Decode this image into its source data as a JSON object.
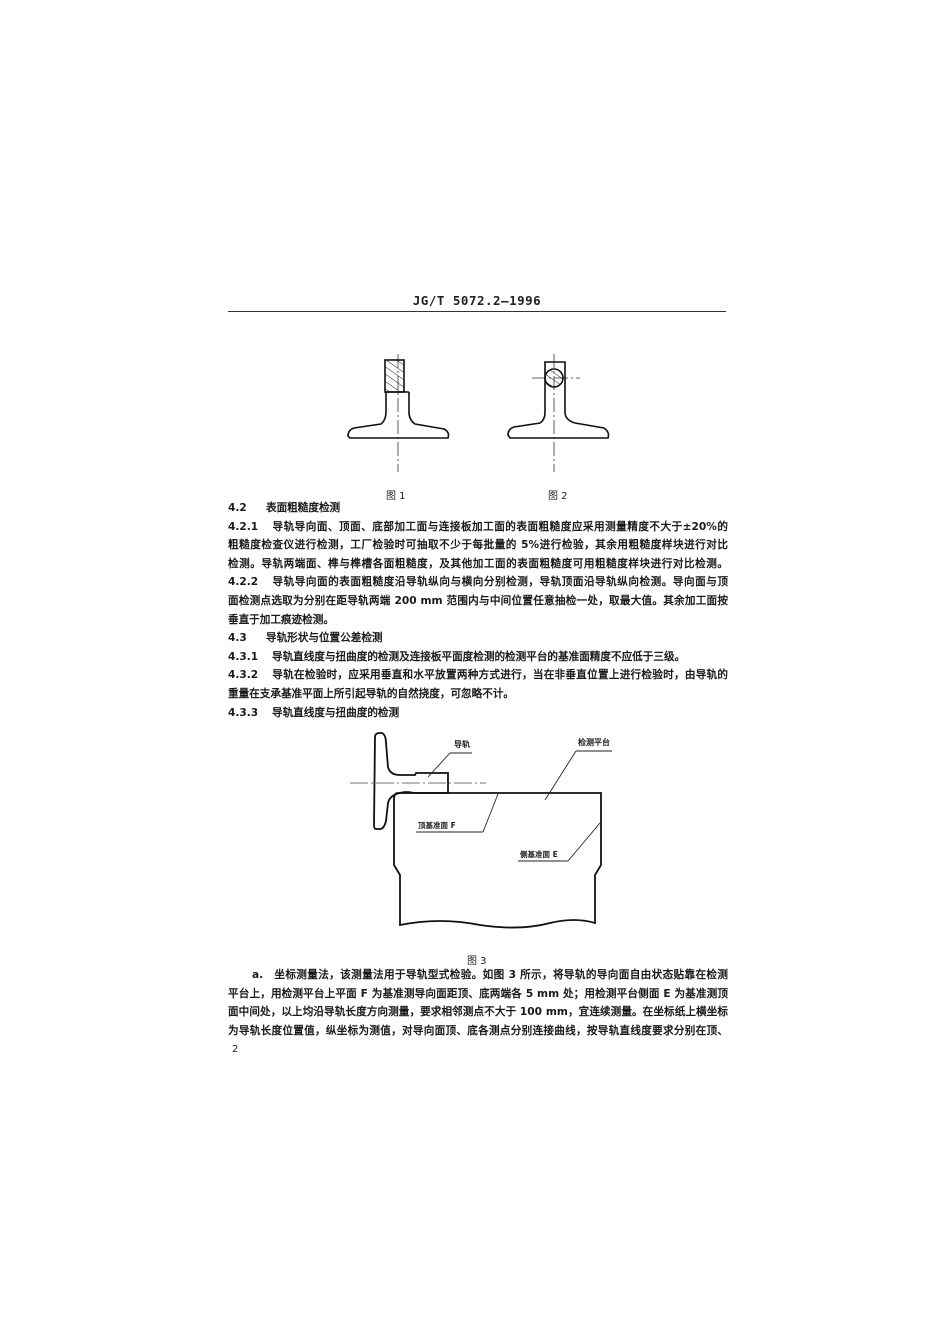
{
  "header": {
    "standard_code": "JG/T 5072.2—1996"
  },
  "figures": {
    "fig1": {
      "caption": "图 1"
    },
    "fig2": {
      "caption": "图 2"
    },
    "fig3": {
      "caption": "图 3",
      "labels": {
        "rail": "导轨",
        "platform": "检测平台",
        "top_datum": "顶基准面 F",
        "side_datum": "侧基准面 E"
      }
    }
  },
  "sections": [
    {
      "id": "4.2",
      "number": "4.2",
      "title": "表面粗糙度检测"
    },
    {
      "id": "4.2.1",
      "number": "4.2.1",
      "lines": [
        "导轨导向面、顶面、底部加工面与连接板加工面的表面粗糙度应采用测量精度不大于±20%的",
        "粗糙度检查仪进行检测，工厂检验时可抽取不少于每批量的 5%进行检验，其余用粗糙度样块进行对比",
        "检测。导轨两端面、榫与榫槽各面粗糙度，及其他加工面的表面粗糙度可用粗糙度样块进行对比检测。"
      ]
    },
    {
      "id": "4.2.2",
      "number": "4.2.2",
      "lines": [
        "导轨导向面的表面粗糙度沿导轨纵向与横向分别检测，导轨顶面沿导轨纵向检测。导向面与顶",
        "面检测点选取为分别在距导轨两端 200 mm 范围内与中间位置任意抽检一处，取最大值。其余加工面按",
        "垂直于加工痕迹检测。"
      ]
    },
    {
      "id": "4.3",
      "number": "4.3",
      "title": "导轨形状与位置公差检测"
    },
    {
      "id": "4.3.1",
      "number": "4.3.1",
      "lines": [
        "导轨直线度与扭曲度的检测及连接板平面度检测的检测平台的基准面精度不应低于三级。"
      ]
    },
    {
      "id": "4.3.2",
      "number": "4.3.2",
      "lines": [
        "导轨在检验时，应采用垂直和水平放置两种方式进行，当在非垂直位置上进行检验时，由导轨的",
        "重量在支承基准平面上所引起导轨的自然挠度，可忽略不计。"
      ]
    },
    {
      "id": "4.3.3",
      "number": "4.3.3",
      "title": "导轨直线度与扭曲度的检测"
    }
  ],
  "paragraph_a": {
    "marker": "a.",
    "lines": [
      "坐标测量法，该测量法用于导轨型式检验。如图 3 所示，将导轨的导向面自由状态贴靠在检测",
      "平台上，用检测平台上平面 F 为基准测导向面距顶、底两端各 5 mm 处；用检测平台侧面 E 为基准测顶",
      "面中间处，以上均沿导轨长度方向测量，要求相邻测点不大于 100 mm，宜连续测量。在坐标纸上横坐标",
      "为导轨长度位置值，纵坐标为测值，对导向面顶、底各测点分别连接曲线，按导轨直线度要求分别在顶、"
    ]
  },
  "footer": {
    "page_number": "2"
  }
}
